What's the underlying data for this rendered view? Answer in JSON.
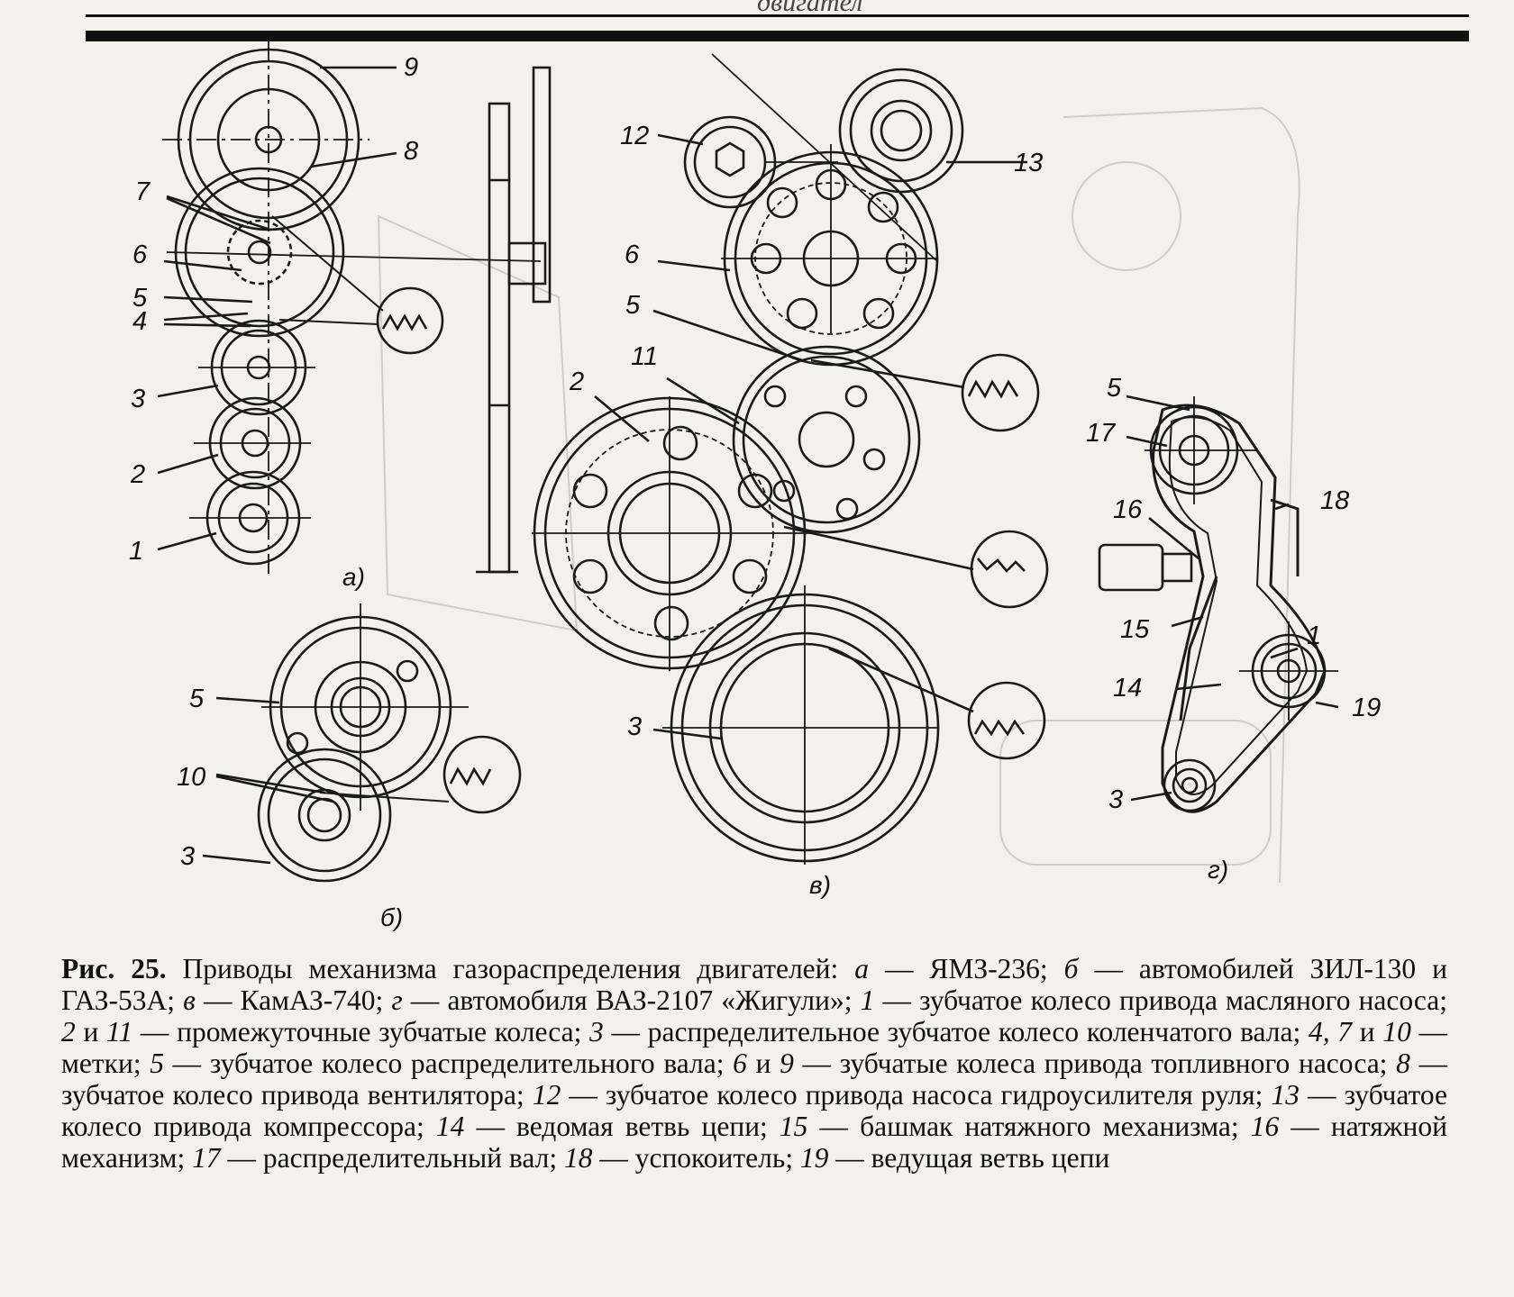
{
  "header": {
    "running_text": "двигател"
  },
  "figure": {
    "sub_labels": {
      "a": "а)",
      "b": "б)",
      "v": "в)",
      "g": "г)"
    },
    "callouts_a": [
      "9",
      "8",
      "7",
      "6",
      "5",
      "4",
      "3",
      "2",
      "1"
    ],
    "callouts_b": [
      "5",
      "10",
      "3"
    ],
    "callouts_v": [
      "12",
      "13",
      "6",
      "5",
      "11",
      "2",
      "3"
    ],
    "callouts_g": [
      "5",
      "17",
      "18",
      "16",
      "15",
      "1",
      "14",
      "19",
      "3"
    ]
  },
  "caption": {
    "fig_label": "Рис. 25.",
    "parts": [
      " Приводы механизма газораспределения двигателей: ",
      "а",
      " — ЯМЗ-236; ",
      "б",
      " — автомобилей ЗИЛ-130 и ГАЗ-53А; ",
      "в",
      " — КамАЗ-740; ",
      "г",
      " — автомобиля ВАЗ-2107 «Жигули»; ",
      "1",
      " — зубчатое колесо привода масляного насоса; ",
      "2",
      " и ",
      "11",
      " — промежуточные зубчатые колеса; ",
      "3",
      " — распределительное зубчатое колесо коленчатого вала; ",
      "4, 7",
      " и ",
      "10",
      " — метки; ",
      "5",
      " — зубчатое колесо распределительного вала; ",
      "6",
      " и ",
      "9",
      " — зубчатые колеса привода топливного насоса; ",
      "8",
      " — зубчатое колесо привода вентилятора; ",
      "12",
      " — зубчатое колесо привода насоса гидроусилителя руля; ",
      "13",
      " — зубчатое колесо привода компрессора; ",
      "14",
      " — ведомая ветвь цепи; ",
      "15",
      " — башмак натяжного механизма; ",
      "16",
      " — натяжной механизм; ",
      "17",
      " — распределительный вал; ",
      "18",
      " — успокоитель; ",
      "19",
      " — ведущая ветвь цепи"
    ]
  }
}
